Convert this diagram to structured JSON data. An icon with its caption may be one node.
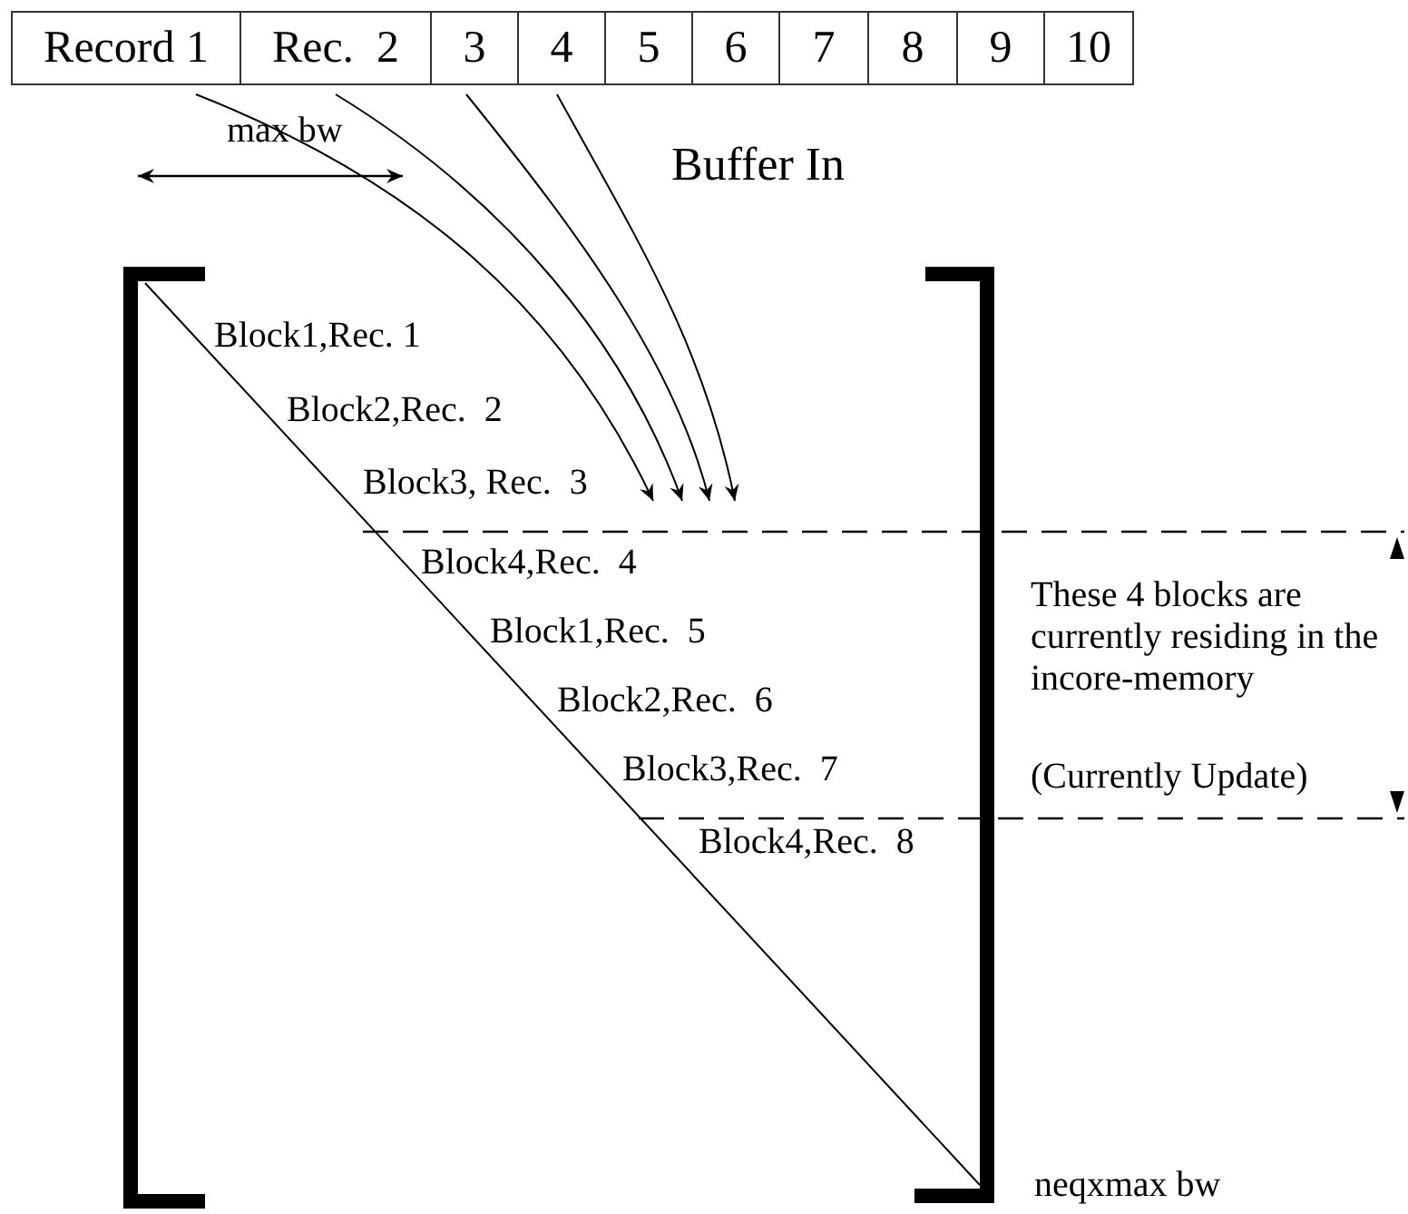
{
  "diagram": {
    "nodes": [
      {
        "text": [
          "Record 1"
        ]
      },
      {
        "text": [
          "Rec.  2"
        ]
      },
      {
        "text": [
          "3"
        ]
      },
      {
        "text": [
          "4"
        ]
      },
      {
        "text": [
          "5"
        ]
      },
      {
        "text": [
          "6"
        ]
      },
      {
        "text": [
          "7"
        ]
      },
      {
        "text": [
          "8"
        ]
      },
      {
        "text": [
          "9"
        ]
      },
      {
        "text": [
          "10"
        ]
      }
    ],
    "edges": [
      {
        "from": 0,
        "to": null,
        "arrow": "to"
      },
      {
        "from": 1,
        "to": null,
        "arrow": "to"
      },
      {
        "from": 2,
        "to": null,
        "arrow": "to"
      },
      {
        "from": 3,
        "to": null,
        "arrow": "to"
      }
    ],
    "labels": [
      "Buffer In",
      "max bw",
      "Block1,Rec. 1",
      "Block2,Rec.  2",
      "Block3, Rec.  3",
      "Block4,Rec.  4",
      "Block1,Rec.  5",
      "Block2,Rec.  6",
      "Block3,Rec.  7",
      "Block4,Rec.  8",
      "These 4 blocks are currently residing in the incore-memory",
      "(Currently Update)",
      "neqxmax bw"
    ]
  }
}
